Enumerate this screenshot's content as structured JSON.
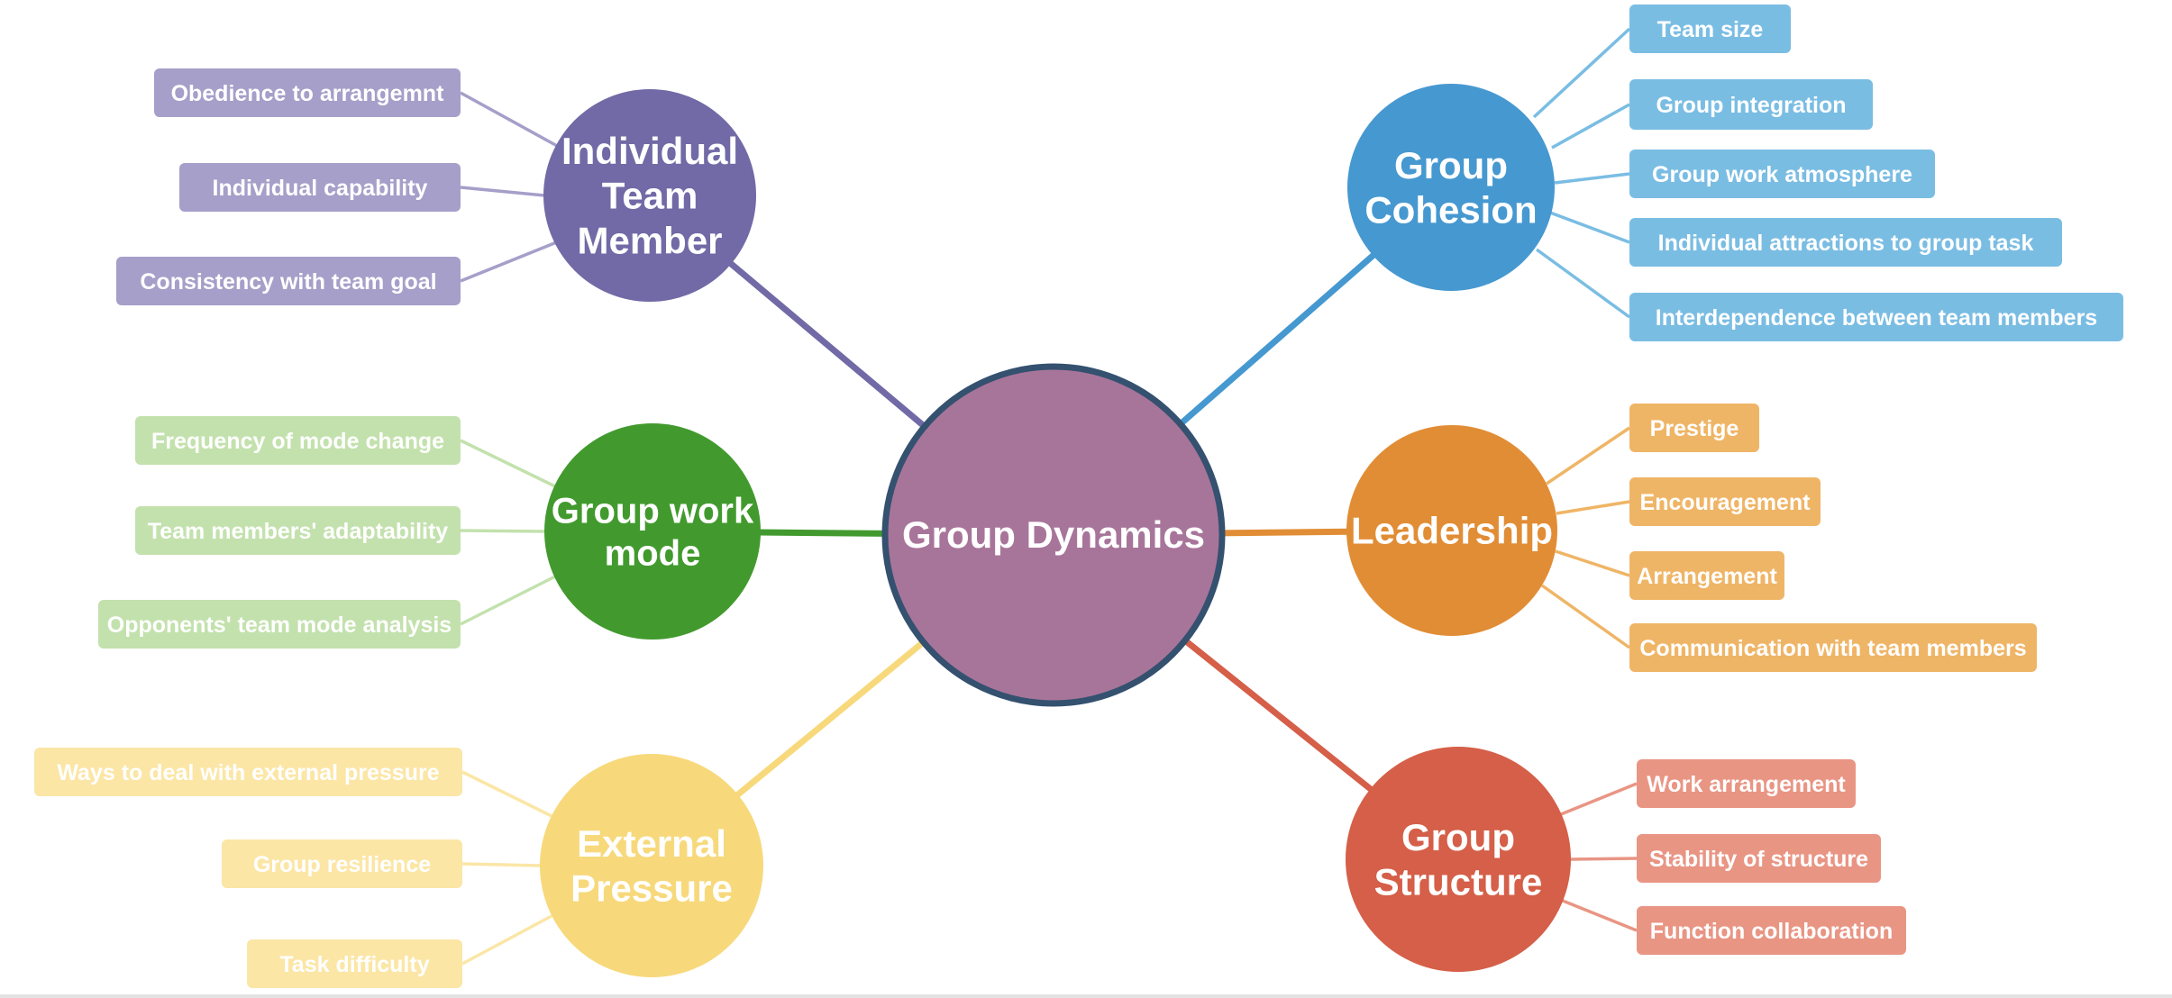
{
  "root": {
    "label": "Group Dynamics",
    "color": "#a8759a",
    "stroke": "#34516f"
  },
  "branches": [
    {
      "id": "individual-team-member",
      "label_lines": [
        "Individual",
        "Team",
        "Member"
      ],
      "color": "#716aa6",
      "leaf_color": "#a59fc9",
      "leaves": [
        "Obedience to arrangemnt",
        "Individual capability",
        "Consistency with team goal"
      ]
    },
    {
      "id": "group-work-mode",
      "label_lines": [
        "Group work",
        "mode"
      ],
      "color": "#429a2e",
      "leaf_color": "#c3e1ad",
      "leaves": [
        "Frequency of mode change",
        "Team members' adaptability",
        "Opponents' team mode analysis"
      ]
    },
    {
      "id": "external-pressure",
      "label_lines": [
        "External",
        "Pressure"
      ],
      "color": "#f7d97c",
      "leaf_color": "#fbe6a6",
      "leaves": [
        "Ways to deal with external pressure",
        "Group resilience",
        "Task difficulty"
      ]
    },
    {
      "id": "group-cohesion",
      "label_lines": [
        "Group",
        "Cohesion"
      ],
      "color": "#4698d0",
      "leaf_color": "#7abde3",
      "leaves": [
        "Team size",
        "Group integration",
        "Group work atmosphere",
        "Individual attractions to group task",
        "Interdependence between team members"
      ]
    },
    {
      "id": "leadership",
      "label_lines": [
        "Leadership"
      ],
      "color": "#e18d35",
      "leaf_color": "#efb566",
      "leaves": [
        "Prestige",
        "Encouragement",
        "Arrangement",
        "Communication with team members"
      ]
    },
    {
      "id": "group-structure",
      "label_lines": [
        "Group",
        "Structure"
      ],
      "color": "#d55f48",
      "leaf_color": "#e99584",
      "leaves": [
        "Work arrangement",
        "Stability of structure",
        "Function collaboration"
      ]
    }
  ]
}
